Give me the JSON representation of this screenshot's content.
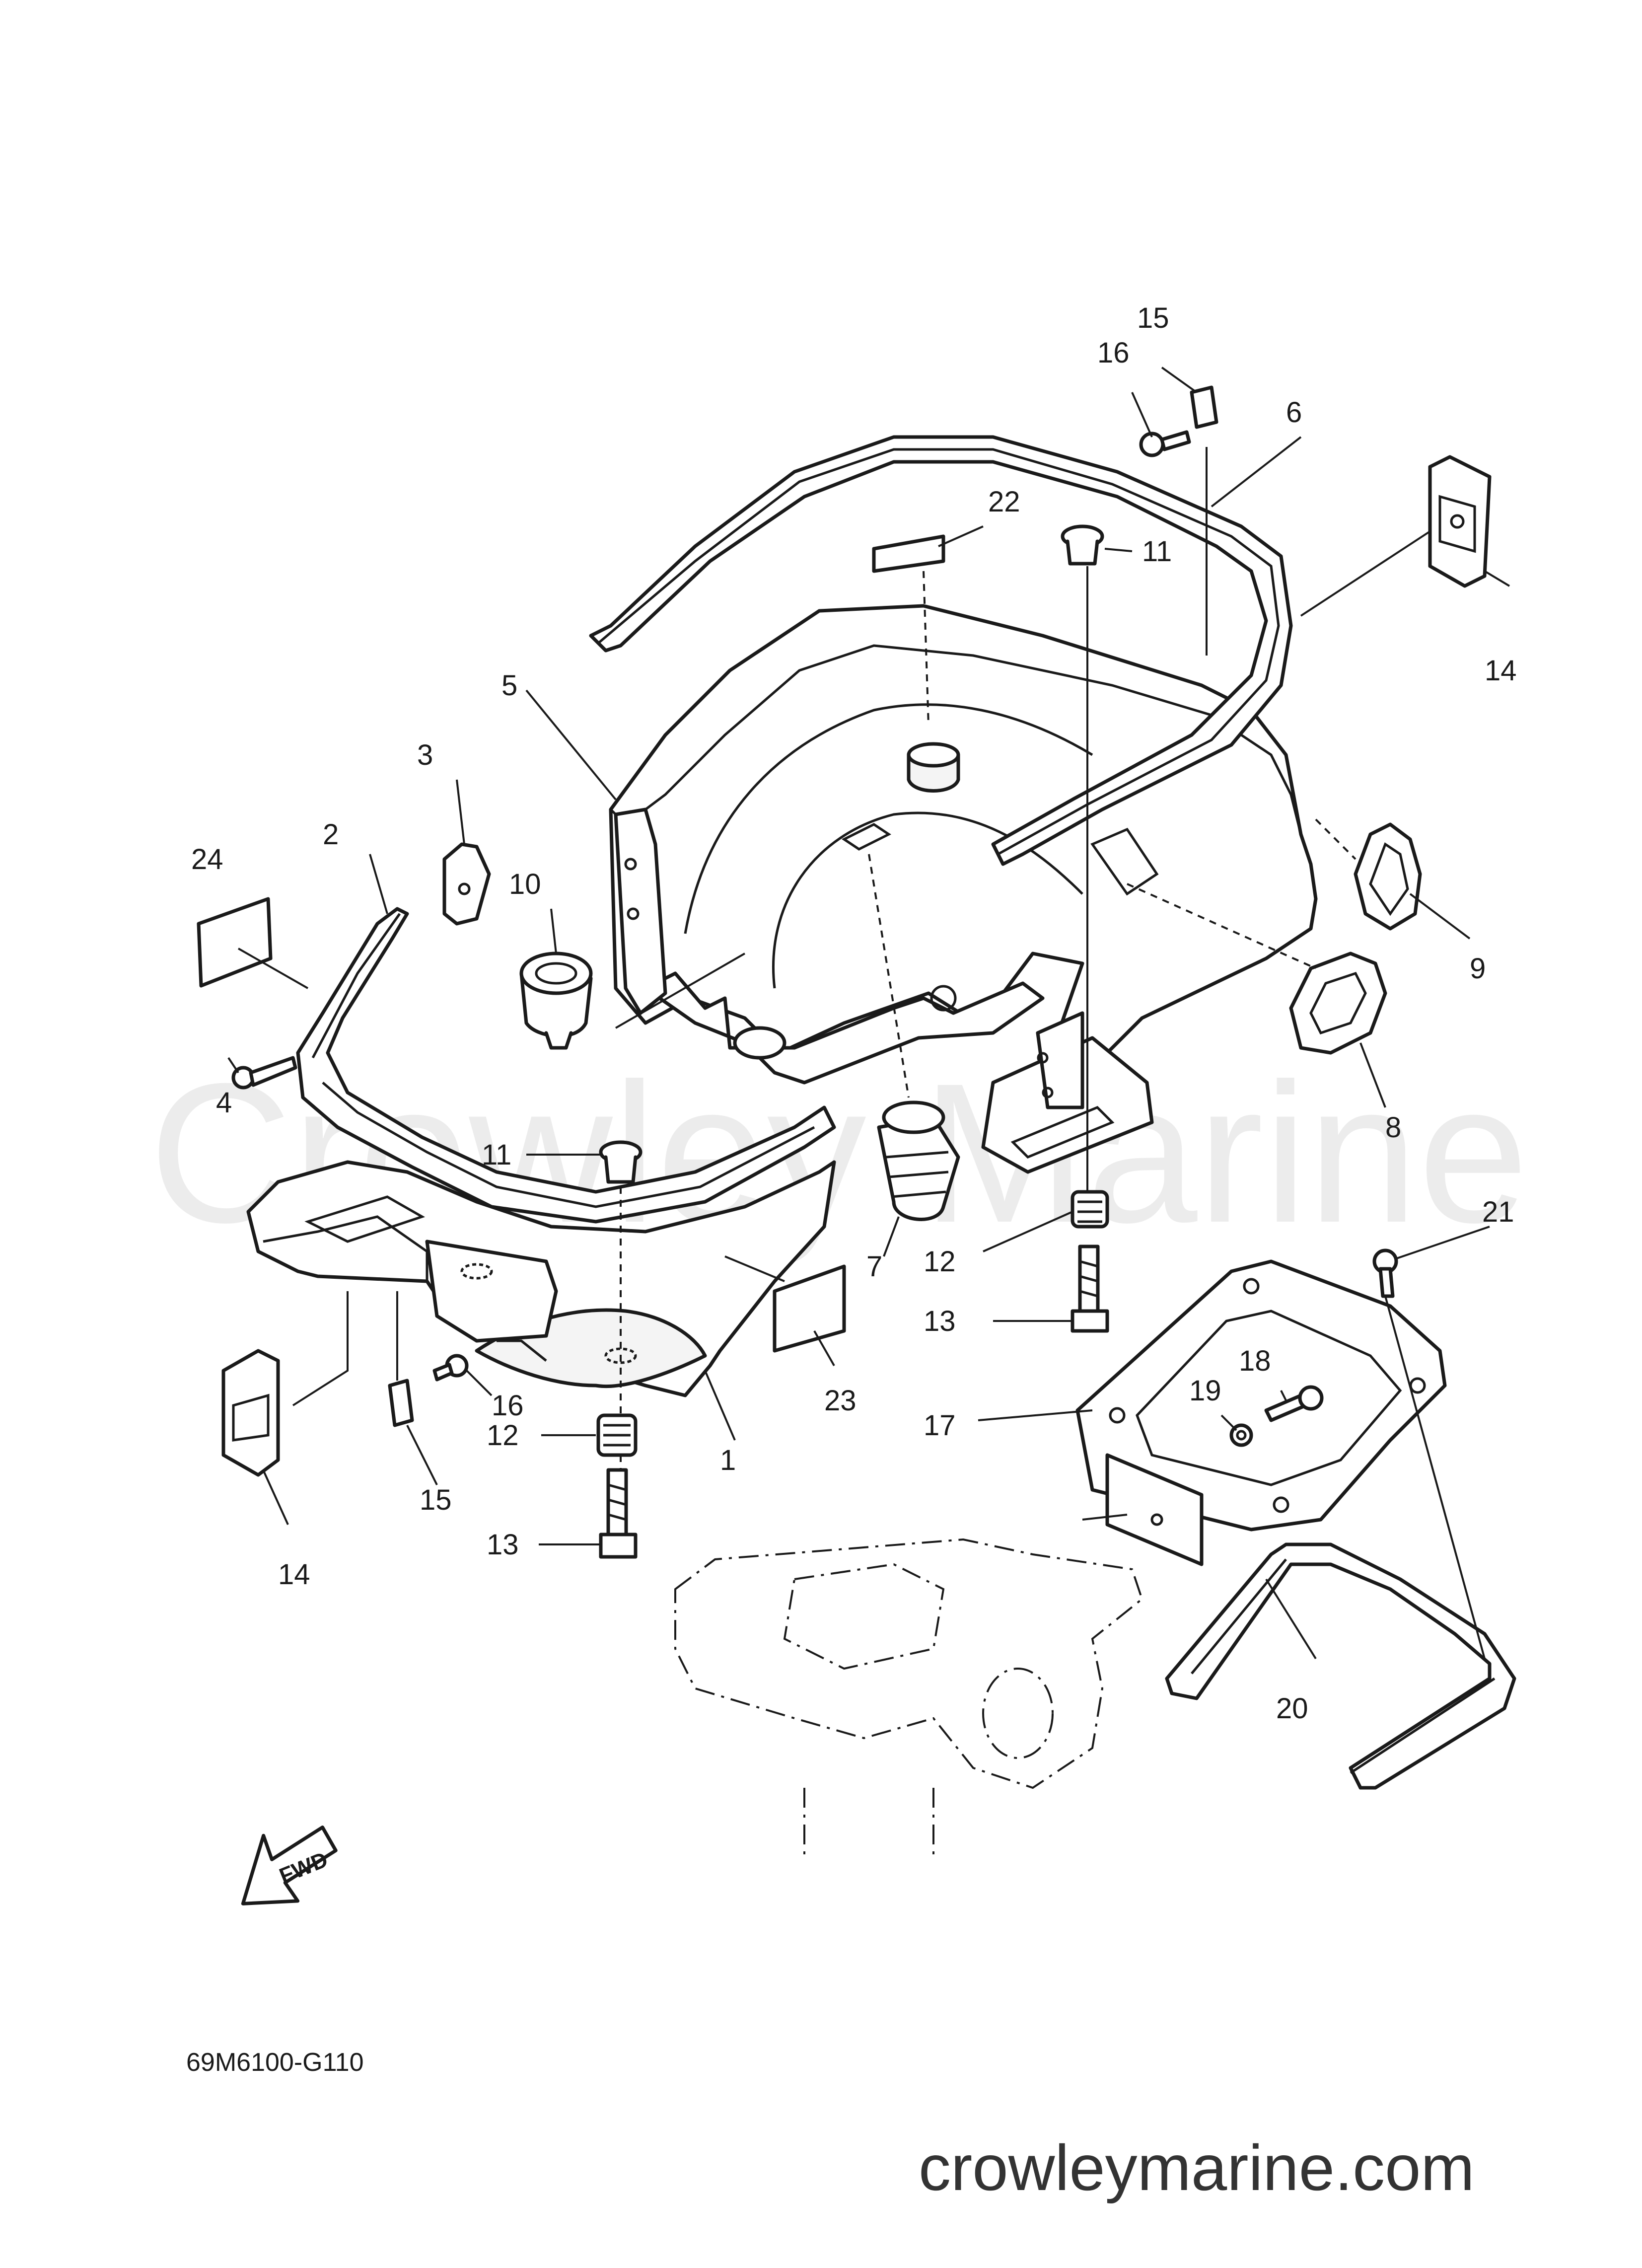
{
  "watermark": "Crowley Marine",
  "diagram_code": "69M6100-G110",
  "site_url": "crowleymarine.com",
  "fwd_label": "FWD",
  "callouts": [
    {
      "id": "c1",
      "label": "1"
    },
    {
      "id": "c2",
      "label": "2"
    },
    {
      "id": "c3",
      "label": "3"
    },
    {
      "id": "c4",
      "label": "4"
    },
    {
      "id": "c5",
      "label": "5"
    },
    {
      "id": "c6",
      "label": "6"
    },
    {
      "id": "c7",
      "label": "7"
    },
    {
      "id": "c8",
      "label": "8"
    },
    {
      "id": "c9",
      "label": "9"
    },
    {
      "id": "c10",
      "label": "10"
    },
    {
      "id": "c11a",
      "label": "11"
    },
    {
      "id": "c11b",
      "label": "11"
    },
    {
      "id": "c12a",
      "label": "12"
    },
    {
      "id": "c12b",
      "label": "12"
    },
    {
      "id": "c13a",
      "label": "13"
    },
    {
      "id": "c13b",
      "label": "13"
    },
    {
      "id": "c14a",
      "label": "14"
    },
    {
      "id": "c14b",
      "label": "14"
    },
    {
      "id": "c15a",
      "label": "15"
    },
    {
      "id": "c15b",
      "label": "15"
    },
    {
      "id": "c16a",
      "label": "16"
    },
    {
      "id": "c16b",
      "label": "16"
    },
    {
      "id": "c17",
      "label": "17"
    },
    {
      "id": "c18",
      "label": "18"
    },
    {
      "id": "c19",
      "label": "19"
    },
    {
      "id": "c20",
      "label": "20"
    },
    {
      "id": "c21",
      "label": "21"
    },
    {
      "id": "c22",
      "label": "22"
    },
    {
      "id": "c23",
      "label": "23"
    },
    {
      "id": "c24",
      "label": "24"
    }
  ]
}
